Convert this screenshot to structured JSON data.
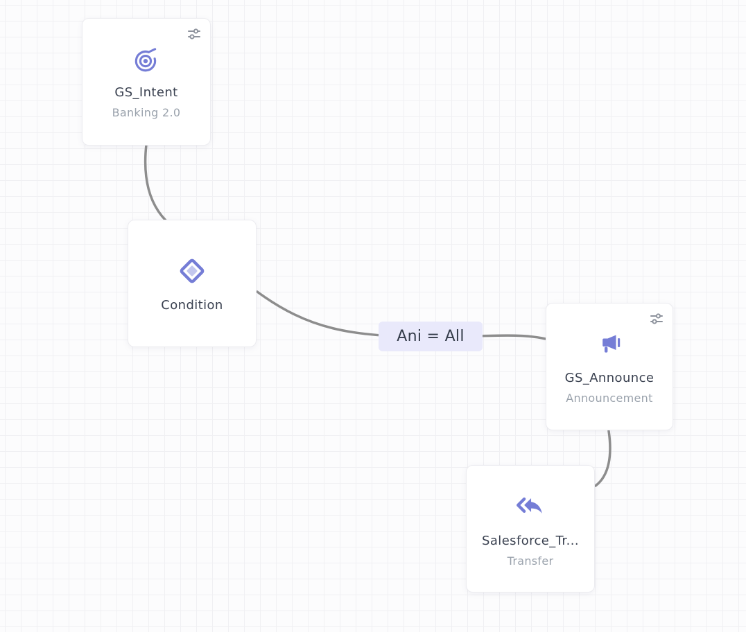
{
  "nodes": {
    "gs_intent": {
      "title": "GS_Intent",
      "subtitle": "Banking 2.0"
    },
    "condition": {
      "title": "Condition"
    },
    "gs_announce": {
      "title": "GS_Announce",
      "subtitle": "Announcement"
    },
    "salesforce_transfer": {
      "title": "Salesforce_Tr...",
      "subtitle": "Transfer"
    }
  },
  "edges": {
    "condition_to_announce_label": "Ani = All"
  },
  "icons": {
    "gs_intent": "intent-target-spiral-icon",
    "condition": "condition-diamond-icon",
    "gs_announce": "announcement-megaphone-icon",
    "salesforce_transfer": "transfer-reply-arrows-icon",
    "node_settings": "sliders-settings-icon"
  },
  "colors": {
    "accent": "#757dd6",
    "edge_line": "#8d8d8d",
    "edge_label_bg": "#e9e9fb",
    "card_bg": "#ffffff",
    "title_text": "#3a4150",
    "subtitle_text": "#9aa2ac",
    "settings_icon": "#8d929c"
  }
}
